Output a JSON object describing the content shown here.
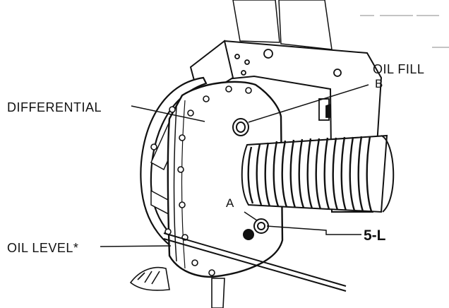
{
  "labels": {
    "differential": "DIFFERENTIAL",
    "oil_fill": "OIL FILL",
    "letter_b": "B",
    "letter_a": "A",
    "figure_ref": "5-L",
    "oil_level": "OIL LEVEL*"
  },
  "colors": {
    "ink": "#111111",
    "paper": "#ffffff"
  }
}
